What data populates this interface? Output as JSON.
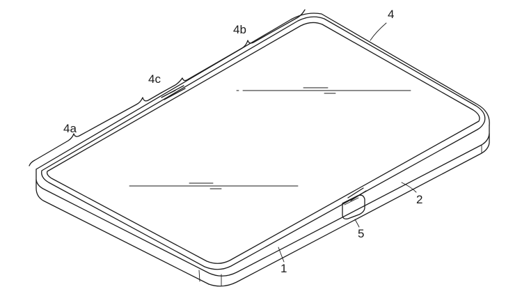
{
  "labels": {
    "screen": "4",
    "panel_b": "4b",
    "hinge": "4c",
    "panel_a": "4a",
    "frame_side": "2",
    "button": "5",
    "frame_front": "1"
  }
}
